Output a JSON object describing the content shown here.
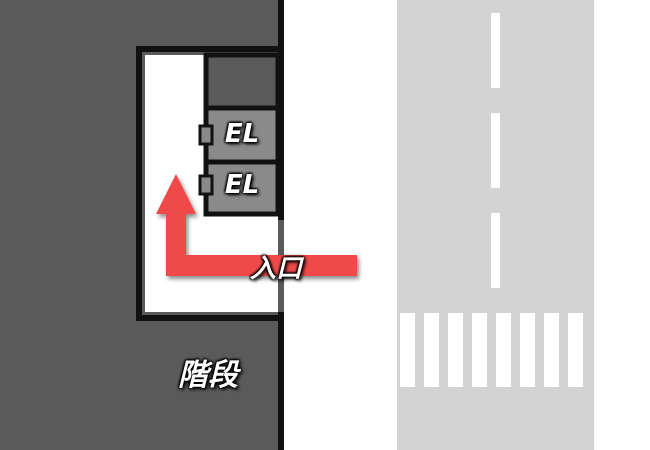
{
  "map": {
    "colors": {
      "building": "#5a5a5a",
      "walkway": "#ffffff",
      "road": "#d3d3d3",
      "outline": "#111111",
      "elevator": "#8a8a8a",
      "arrow": "#f04848"
    },
    "elevators": [
      {
        "label": "EL",
        "icon": "elevator"
      },
      {
        "label": "EL",
        "icon": "elevator"
      }
    ],
    "entrance": {
      "label": "入口",
      "icon": "arrow-route"
    },
    "stairs": {
      "label": "階段"
    },
    "road": {
      "lane_marking": "dashed-center-line",
      "crosswalk": "zebra-crossing"
    }
  }
}
